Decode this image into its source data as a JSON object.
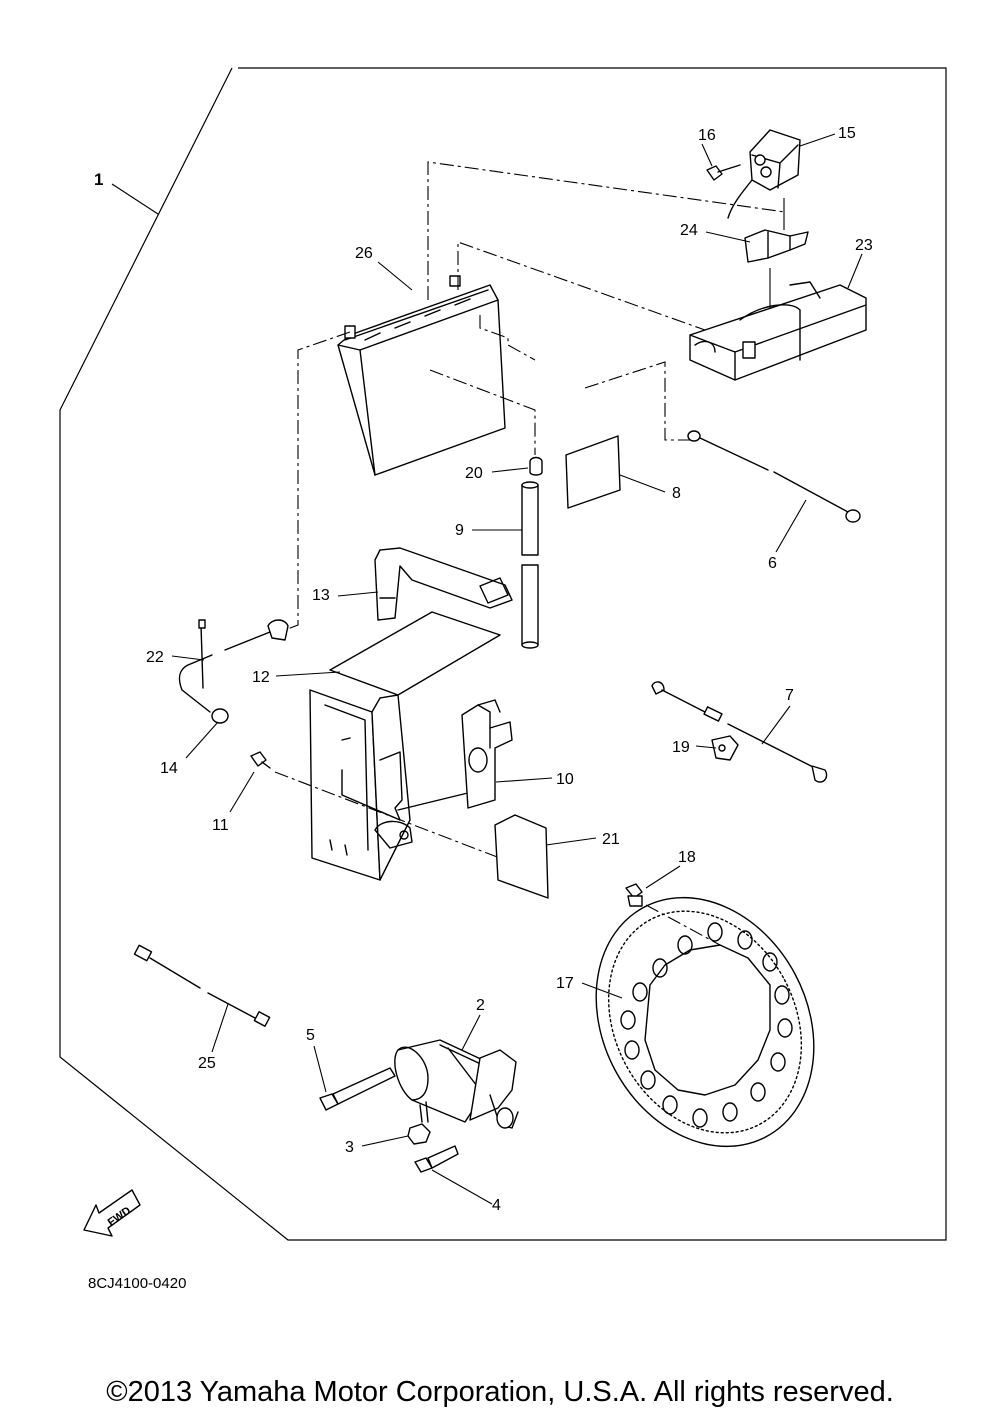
{
  "assembly_callout": "1",
  "callouts": [
    {
      "id": "c2",
      "label": "2"
    },
    {
      "id": "c3",
      "label": "3"
    },
    {
      "id": "c4",
      "label": "4"
    },
    {
      "id": "c5",
      "label": "5"
    },
    {
      "id": "c6",
      "label": "6"
    },
    {
      "id": "c7",
      "label": "7"
    },
    {
      "id": "c8",
      "label": "8"
    },
    {
      "id": "c9",
      "label": "9"
    },
    {
      "id": "c10",
      "label": "10"
    },
    {
      "id": "c11",
      "label": "11"
    },
    {
      "id": "c12",
      "label": "12"
    },
    {
      "id": "c13",
      "label": "13"
    },
    {
      "id": "c14",
      "label": "14"
    },
    {
      "id": "c15",
      "label": "15"
    },
    {
      "id": "c16",
      "label": "16"
    },
    {
      "id": "c17",
      "label": "17"
    },
    {
      "id": "c18",
      "label": "18"
    },
    {
      "id": "c19",
      "label": "19"
    },
    {
      "id": "c20",
      "label": "20"
    },
    {
      "id": "c21",
      "label": "21"
    },
    {
      "id": "c22",
      "label": "22"
    },
    {
      "id": "c23",
      "label": "23"
    },
    {
      "id": "c24",
      "label": "24"
    },
    {
      "id": "c25",
      "label": "25"
    },
    {
      "id": "c26",
      "label": "26"
    }
  ],
  "fwd_label": "FWD",
  "diagram_code": "8CJ4100-0420",
  "copyright": "©2013 Yamaha Motor Corporation, U.S.A. All rights reserved."
}
